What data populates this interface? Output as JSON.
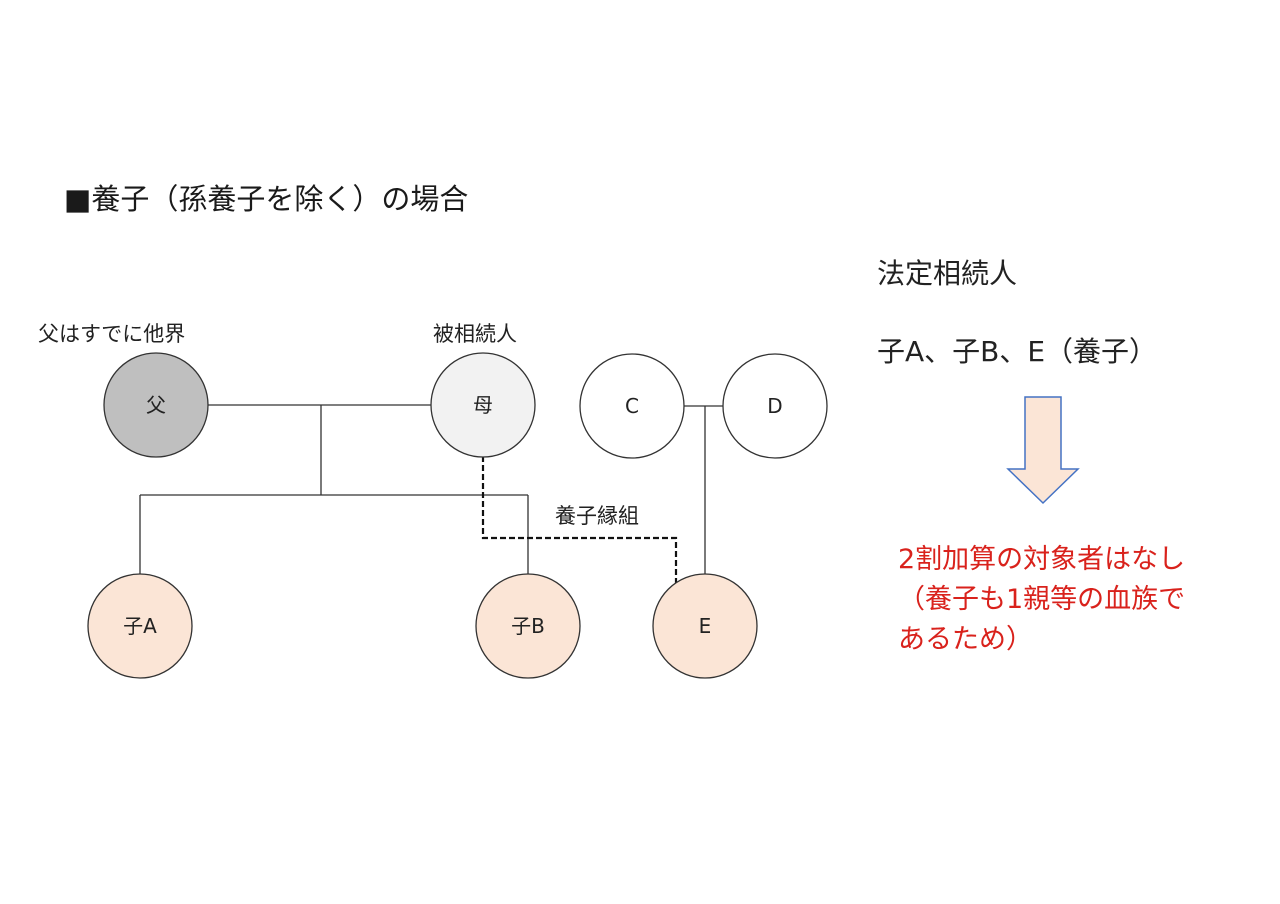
{
  "title": "■養子（孫養子を除く）の場合",
  "labels": {
    "father_note": "父はすでに他界",
    "decedent": "被相続人",
    "adoption": "養子縁組"
  },
  "nodes": {
    "father": {
      "text": "父",
      "fill": "#bfbfbf"
    },
    "mother": {
      "text": "母",
      "fill": "#f2f2f2"
    },
    "c": {
      "text": "C",
      "fill": "#ffffff"
    },
    "d": {
      "text": "D",
      "fill": "#ffffff"
    },
    "child_a": {
      "text": "子A",
      "fill": "#fbe5d6"
    },
    "child_b": {
      "text": "子B",
      "fill": "#fbe5d6"
    },
    "e": {
      "text": "E",
      "fill": "#fbe5d6"
    }
  },
  "heirs": {
    "heading": "法定相続人",
    "list": "子A、子B、E（養子）"
  },
  "arrow": {
    "fill": "#fbe5d6",
    "stroke": "#4472c4"
  },
  "note": {
    "line1": "2割加算の対象者はなし",
    "line2": "（養子も1親等の血族で",
    "line3": "あるため）",
    "color": "#d9221c"
  }
}
